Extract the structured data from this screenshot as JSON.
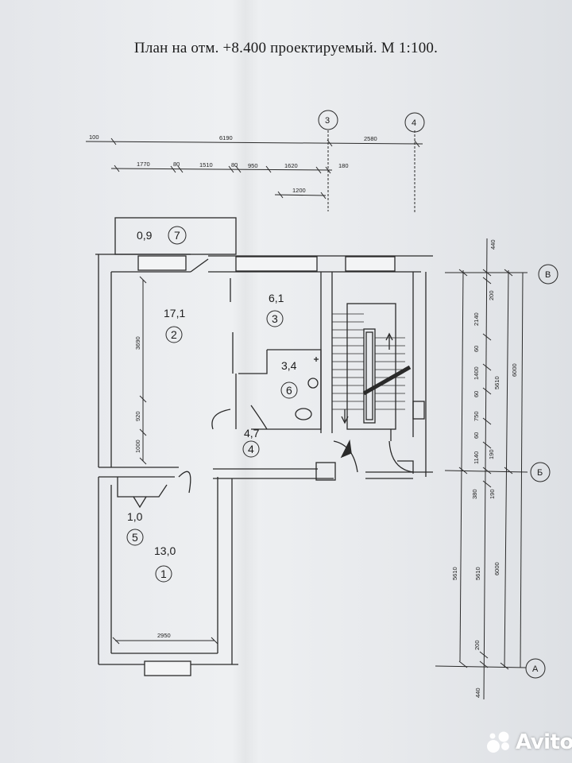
{
  "title": "План на отм. +8.400 проектируемый. М 1:100.",
  "axes": {
    "a3": "3",
    "a4": "4",
    "aV": "В",
    "aB": "Б",
    "aA": "А"
  },
  "top_dims": {
    "d100": "100",
    "d6190": "6190",
    "d2580": "2580",
    "d1770": "1770",
    "d80a": "80",
    "d1510": "1510",
    "d80b": "80",
    "d950": "950",
    "d1620": "1620",
    "d180": "180",
    "d1200": "1200"
  },
  "right_dims": {
    "d440t": "440",
    "d200a": "200",
    "d2140": "2140",
    "d60a": "60",
    "d1400": "1400",
    "d60b": "60",
    "d750": "750",
    "d60c": "60",
    "d1140": "1140",
    "d190a": "190",
    "d5610a": "5610",
    "d6000a": "6000",
    "d380": "380",
    "d190b": "190",
    "d5610b": "5610",
    "d5610c": "5610",
    "d6000b": "6000",
    "d200b": "200",
    "d440b": "440"
  },
  "inner_dims": {
    "d3690": "3690",
    "d920": "920",
    "d1000": "1000",
    "d2950": "2950"
  },
  "rooms": [
    {
      "num": "7",
      "area": "0,9"
    },
    {
      "num": "2",
      "area": "17,1"
    },
    {
      "num": "3",
      "area": "6,1"
    },
    {
      "num": "6",
      "area": "3,4"
    },
    {
      "num": "4",
      "area": "4,7"
    },
    {
      "num": "5",
      "area": "1,0"
    },
    {
      "num": "1",
      "area": "13,0"
    }
  ],
  "watermark": {
    "text": "Avito",
    "icon": "avito-logo-icon",
    "color": "#ffffff"
  },
  "colors": {
    "line": "#2a2a2a",
    "paper": "#e9ebee"
  }
}
